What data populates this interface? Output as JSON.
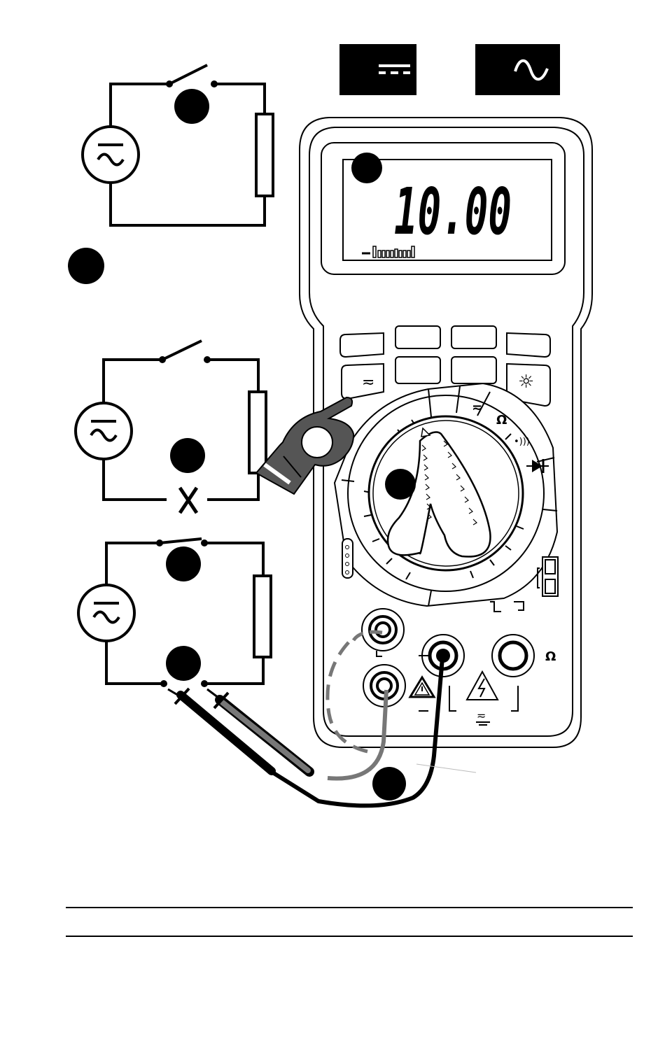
{
  "mode_indicators": {
    "dc_symbol": "⎓",
    "ac_symbol": "∿"
  },
  "display": {
    "reading": "10.00",
    "polarity_sign": "−"
  },
  "buttons": {
    "ac_dc_select_symbol": "≂",
    "backlight_symbol": "☼"
  },
  "rotary_switch": {
    "ac_dc_position_symbol": "≂",
    "ohm_symbol": "Ω",
    "continuity_symbol": "•)))",
    "diode_symbol": "▶|"
  },
  "terminals": {
    "ohm_label": "Ω",
    "ac_dc_label": "≂"
  },
  "circuits": {
    "break_mark": "X",
    "source_symbol": "≂"
  },
  "colors": {
    "ink": "#000000",
    "grey_lead": "#777777",
    "paper": "#ffffff"
  }
}
